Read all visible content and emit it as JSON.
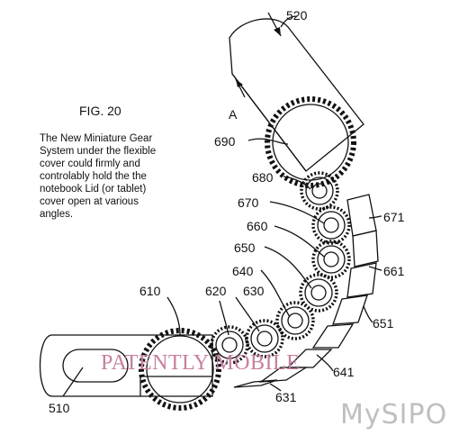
{
  "figure": {
    "title": "FIG. 20",
    "description_lines": [
      "The New Miniature Gear",
      "System under the flexible",
      "cover could firmly and",
      "controlably hold the the",
      "notebook Lid (or tablet)",
      "cover open at various",
      "angles."
    ]
  },
  "labels": {
    "l520": "520",
    "lA": "A",
    "l690": "690",
    "l680": "680",
    "l670": "670",
    "l660": "660",
    "l650": "650",
    "l640": "640",
    "l671": "671",
    "l661": "661",
    "l651": "651",
    "l610": "610",
    "l620": "620",
    "l630": "630",
    "l641": "641",
    "l631": "631",
    "l510": "510"
  },
  "watermark": "PATENTLY MOBILE",
  "corner_brand": "MySIPO",
  "colors": {
    "line": "#111111",
    "watermark": "#c77fa0",
    "corner_brand": "#bfbfbf"
  }
}
